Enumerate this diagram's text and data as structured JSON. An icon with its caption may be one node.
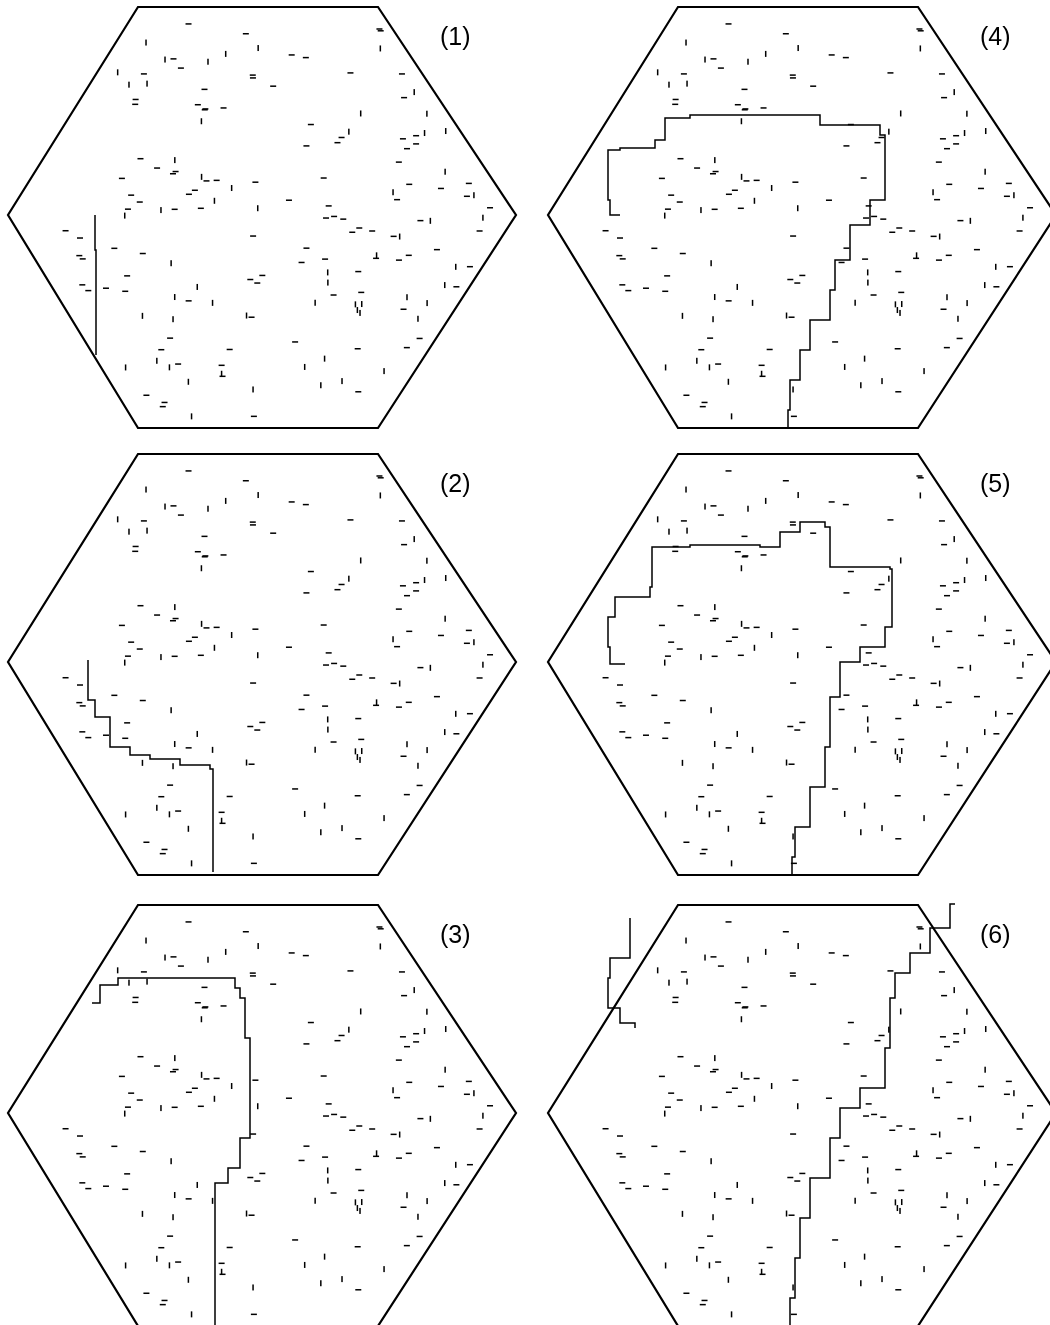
{
  "diagram": {
    "nodes": [
      {
        "text": [],
        "shape": "hexagon",
        "beside": [
          "(1)"
        ]
      },
      {
        "text": [],
        "shape": "hexagon",
        "beside": [
          "(2)"
        ]
      },
      {
        "text": [],
        "shape": "hexagon",
        "beside": [
          "(3)"
        ]
      },
      {
        "text": [],
        "shape": "hexagon",
        "beside": [
          "(4)"
        ]
      },
      {
        "text": [],
        "shape": "hexagon",
        "beside": [
          "(5)"
        ]
      },
      {
        "text": [],
        "shape": "hexagon",
        "beside": [
          "(6)"
        ]
      }
    ]
  }
}
